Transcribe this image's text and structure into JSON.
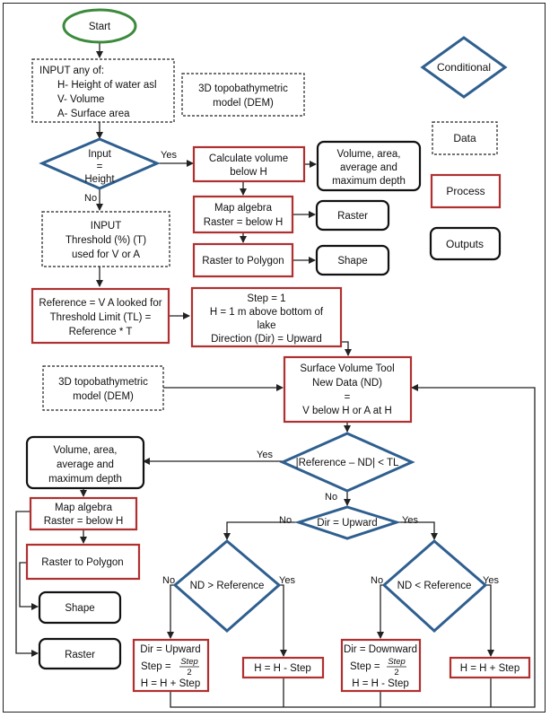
{
  "start": "Start",
  "legend": {
    "conditional": "Conditional",
    "data": "Data",
    "process": "Process",
    "outputs": "Outputs"
  },
  "input_any": [
    "INPUT any of:",
    "H- Height of water asl",
    "V- Volume",
    "A- Surface area"
  ],
  "dem_top": [
    "3D topobathymetric",
    "model (DEM)"
  ],
  "dem_mid": [
    "3D topobathymetric",
    "model (DEM)"
  ],
  "cond_height": [
    "Input",
    "=",
    "Height"
  ],
  "yes": "Yes",
  "no": "No",
  "calc_volume": [
    "Calculate volume",
    "below H"
  ],
  "out_volume_top": [
    "Volume, area,",
    "average and",
    "maximum depth"
  ],
  "map_algebra_top": [
    "Map algebra",
    "Raster = below H"
  ],
  "out_raster_top": "Raster",
  "raster_to_polygon_top": "Raster to Polygon",
  "out_shape_top": "Shape",
  "input_threshold": [
    "INPUT",
    "Threshold (%) (T)",
    "used for V or A"
  ],
  "reference": [
    "Reference = V  A looked for",
    "Threshold Limit (TL) =",
    "Reference * T"
  ],
  "step_init": [
    "Step = 1",
    "H = 1 m above bottom of",
    "lake",
    "Direction (Dir) = Upward"
  ],
  "svt": [
    "Surface Volume Tool",
    "New Data (ND)",
    "=",
    "V below H or A at H"
  ],
  "cond_ref": "|Reference – ND| < TL",
  "out_volume_left": [
    "Volume, area,",
    "average and",
    "maximum depth"
  ],
  "map_algebra_left": [
    "Map algebra",
    "Raster = below H"
  ],
  "raster_to_polygon_left": "Raster to Polygon",
  "out_shape_left": "Shape",
  "out_raster_left": "Raster",
  "cond_dir": "Dir = Upward",
  "cond_nd_gt": "ND > Reference",
  "cond_nd_lt": "ND < Reference",
  "proc_up": [
    "Dir = Upward",
    "Step =",
    "H = H + Step"
  ],
  "proc_minus": "H = H - Step",
  "proc_down": [
    "Dir = Downward",
    "Step =",
    "H = H - Step"
  ],
  "proc_plus": "H = H + Step",
  "frac": {
    "num": "Step",
    "den": "2"
  }
}
